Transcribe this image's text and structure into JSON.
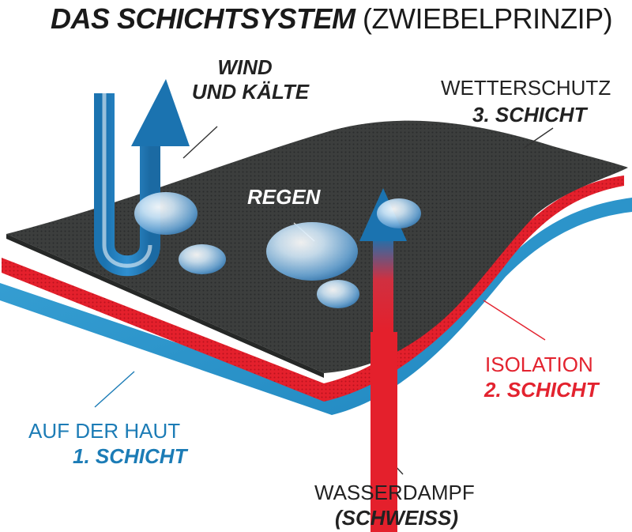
{
  "title": {
    "main": "DAS SCHICHTSYSTEM",
    "sub": "(ZWIEBELPRINZIP)"
  },
  "labels": {
    "wind_line1": "WIND",
    "wind_line2": "UND KÄLTE",
    "rain": "REGEN",
    "layer3_name": "WETTERSCHUTZ",
    "layer3_number": "3. SCHICHT",
    "layer2_name": "ISOLATION",
    "layer2_number": "2. SCHICHT",
    "layer1_name": "AUF DER HAUT",
    "layer1_number": "1. SCHICHT",
    "vapor_name": "WASSERDAMPF",
    "vapor_sub": "(SCHWEISS)"
  },
  "colors": {
    "outer_layer": "#3b3d3c",
    "middle_layer": "#e4202c",
    "inner_layer": "#2a8fc4",
    "arrow_blue": "#1b73b0",
    "text_red": "#e3232f",
    "text_blue": "#1c7cb6"
  }
}
